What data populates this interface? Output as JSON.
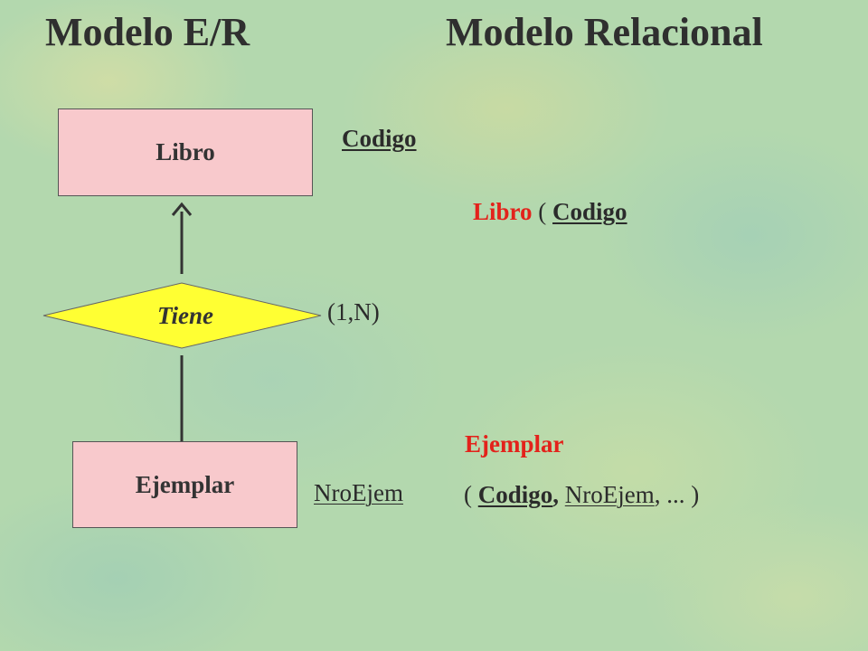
{
  "titles": {
    "left": "Modelo E/R",
    "right": "Modelo Relacional"
  },
  "entities": {
    "libro": "Libro",
    "ejemplar": "Ejemplar"
  },
  "relationship": {
    "name": "Tiene",
    "cardinality": "(1,N)"
  },
  "attributes": {
    "libro_key": "Codigo",
    "ejemplar_key": "NroEjem"
  },
  "relational": {
    "libro": {
      "name": "Libro",
      "open": "(",
      "key": "Codigo"
    },
    "ejemplar": {
      "name": "Ejemplar",
      "open": "(",
      "key1": "Codigo",
      "comma1": ",",
      "key2": "NroEjem",
      "rest": ", ... )"
    }
  },
  "colors": {
    "entity_fill": "#f8c9cc",
    "relationship_fill": "#ffff33",
    "relation_name": "#e3221b",
    "background": "#b3d8ae"
  }
}
